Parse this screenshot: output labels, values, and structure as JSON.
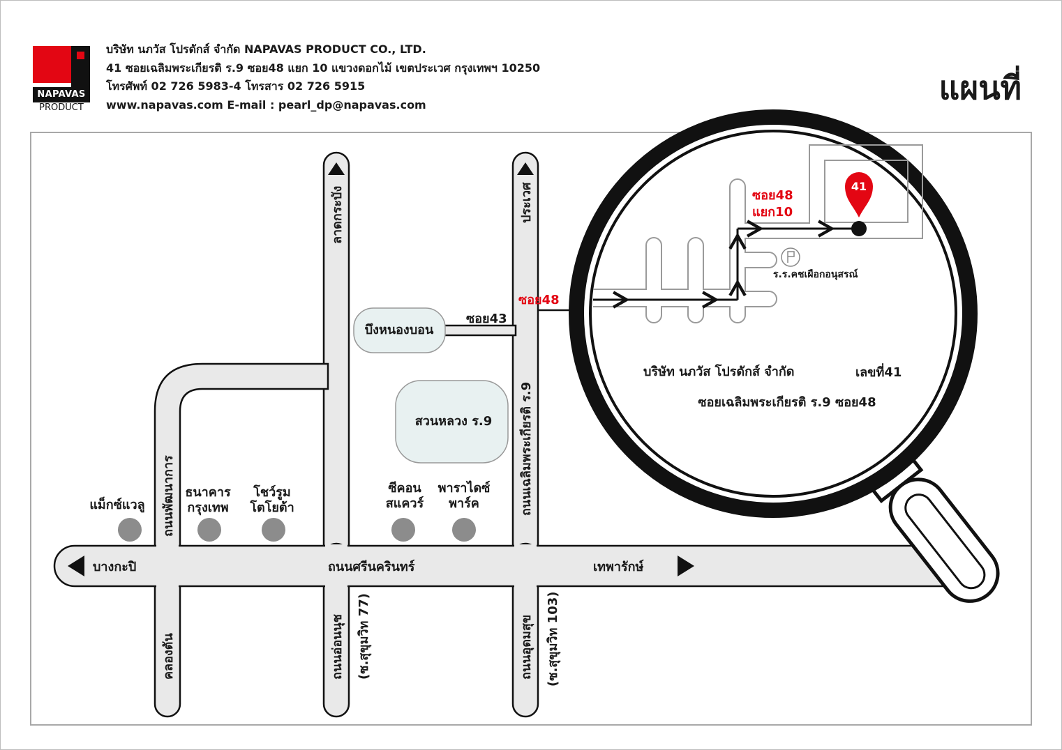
{
  "header": {
    "logo_line1": "NAPAVAS",
    "logo_line2": "PRODUCT",
    "company_line": "บริษัท นภวัส โปรดักส์ จำกัด  NAPAVAS PRODUCT CO., LTD.",
    "address_line": "41  ซอยเฉลิมพระเกียรติ ร.9 ซอย48  แยก 10  แขวงดอกไม้  เขตประเวศ  กรุงเทพฯ  10250",
    "phone_line": "โทรศัพท์ 02 726 5983-4   โทรสาร 02 726 5915",
    "web_line": "www.napavas.com  E-mail : pearl_dp@napavas.com",
    "page_title": "แผนที่"
  },
  "map": {
    "roads": {
      "main_road": "ถนนศรีนครินทร์",
      "west_direction": "บางกะปิ",
      "east_direction": "เทพารักษ์",
      "lat_krabang": "ลาดกระบัง",
      "prawet": "ประเวศ",
      "phatthanakan": "ถนนพัฒนาการ",
      "khlong_tan": "คลองตัน",
      "on_nut": "ถนนอ่อนนุช",
      "soi_77": "(ซ.สุขุมวิท 77)",
      "udom_suk": "ถนนอุดมสุข",
      "soi_103": "(ซ.สุขุมวิท 103)",
      "chaloem_r9": "ถนนเฉลิมพระเกียรติ ร.9",
      "soi43": "ซอย43",
      "soi48": "ซอย48",
      "soi48_line1": "ซอย48",
      "soi48_line2": "แยก10"
    },
    "places": {
      "bueng_nong_bon": "บึงหนองบอน",
      "suan_luang": "สวนหลวง ร.9",
      "max_value": "แม็กซ์แวลู",
      "bangkok_bank_1": "ธนาคาร",
      "bangkok_bank_2": "กรุงเทพ",
      "toyota_1": "โชว์รูม",
      "toyota_2": "โตโยต้า",
      "seacon_1": "ซีคอน",
      "seacon_2": "สแควร์",
      "paradise_1": "พาราไดซ์",
      "paradise_2": "พาร์ค",
      "school": "ร.ร.คชเผือกอนุสรณ์",
      "pin_number": "41"
    },
    "callout_line1": "บริษัท นภวัส โปรดักส์ จำกัด",
    "callout_number": "เลขที่41",
    "callout_line2": "ซอยเฉลิมพระเกียรติ ร.9 ซอย48"
  },
  "colors": {
    "brand_red": "#e30613",
    "road_fill": "#e9e9e9",
    "park_fill": "#e8f1f1",
    "landmark_dot": "#8c8c8c"
  }
}
